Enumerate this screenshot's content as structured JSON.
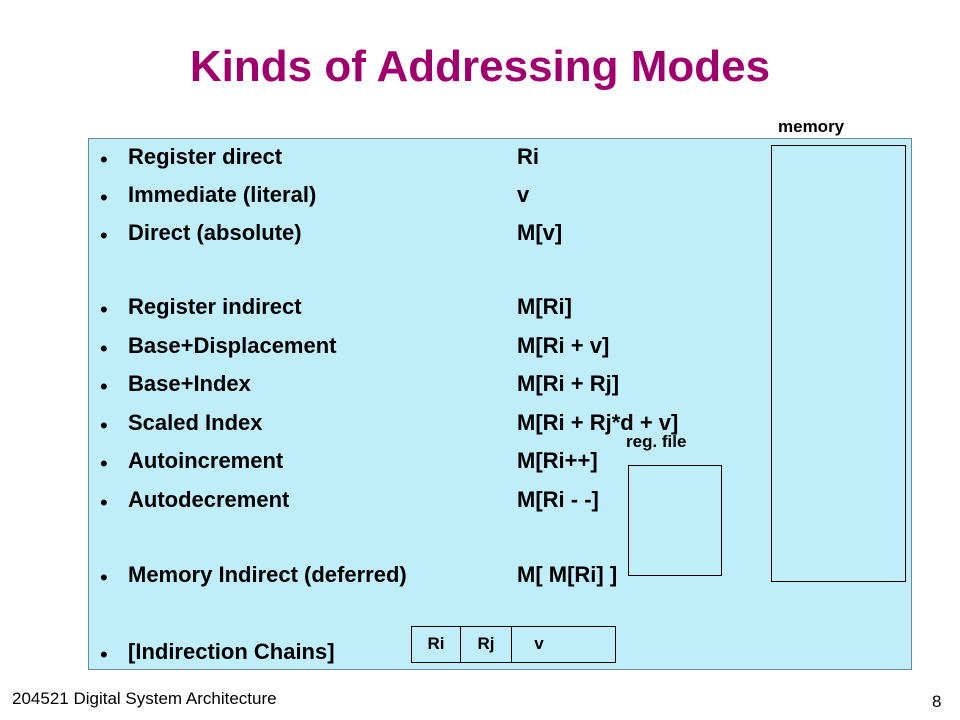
{
  "title": "Kinds of Addressing Modes",
  "rows": [
    {
      "bullet": "•",
      "mode": "Register direct",
      "expr": "Ri"
    },
    {
      "bullet": "•",
      "mode": "Immediate (literal)",
      "expr": "v"
    },
    {
      "bullet": "•",
      "mode": "Direct (absolute)",
      "expr": "M[v]"
    },
    {
      "bullet": "•",
      "mode": "Register indirect",
      "expr": "M[Ri]"
    },
    {
      "bullet": "•",
      "mode": "Base+Displacement",
      "expr": "M[Ri + v]"
    },
    {
      "bullet": "•",
      "mode": "Base+Index",
      "expr": "M[Ri + Rj]"
    },
    {
      "bullet": "•",
      "mode": "Scaled Index",
      "expr": "M[Ri + Rj*d + v]"
    },
    {
      "bullet": "•",
      "mode": "Autoincrement",
      "expr": "M[Ri++]"
    },
    {
      "bullet": "•",
      "mode": "Autodecrement",
      "expr": "M[Ri - -]"
    },
    {
      "bullet": "•",
      "mode": "Memory Indirect (deferred)",
      "expr": "M[ M[Ri] ]"
    },
    {
      "bullet": "•",
      "mode": "[Indirection Chains]",
      "expr": ""
    }
  ],
  "diagram": {
    "memory_label": "memory",
    "regfile_label": "reg. file",
    "instruction_fields": [
      "Ri",
      "Rj",
      "v"
    ]
  },
  "footer": {
    "course": "204521 Digital System Architecture",
    "page": "8"
  },
  "colors": {
    "title": "#a0006e",
    "panel": "#bfeefa"
  }
}
